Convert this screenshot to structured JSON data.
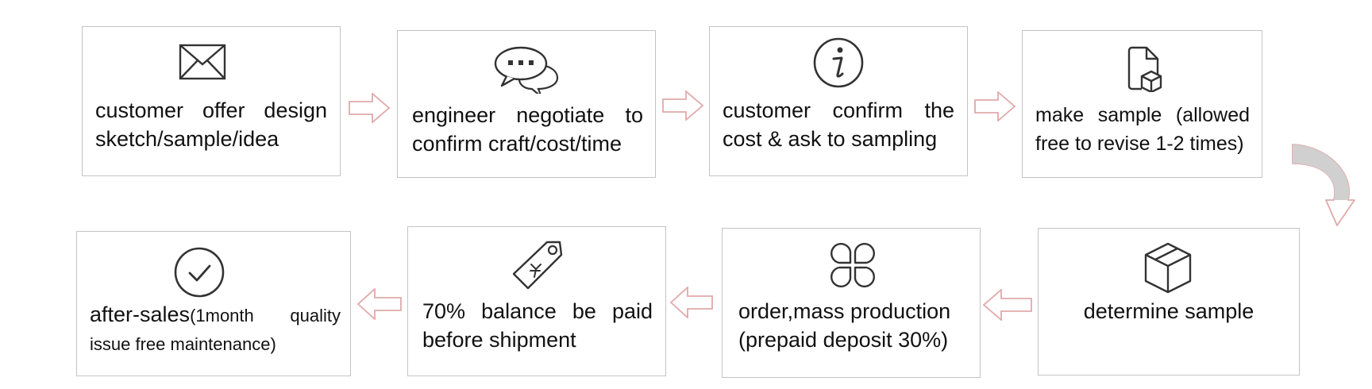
{
  "colors": {
    "box_border": "#c4c4c4",
    "icon_stroke": "#333333",
    "arrow_outline": "#e0a9a9",
    "curved_arrow_fill": "#d0d0d0",
    "text": "#111111"
  },
  "steps": [
    {
      "icon": "envelope-icon",
      "lines": [
        "customer offer design",
        "sketch/sample/idea"
      ]
    },
    {
      "icon": "chat-bubbles-icon",
      "lines": [
        "engineer negotiate to",
        "confirm craft/cost/time"
      ]
    },
    {
      "icon": "info-icon",
      "lines": [
        "customer confirm the",
        "cost & ask to sampling"
      ]
    },
    {
      "icon": "sample-document-box-icon",
      "lines": [
        "make sample (allowed",
        "free to revise 1-2 times)"
      ]
    },
    {
      "icon": "cube-icon",
      "lines": [
        "determine sample"
      ]
    },
    {
      "icon": "four-petal-icon",
      "lines": [
        "order,mass production",
        "(prepaid deposit 30%)"
      ]
    },
    {
      "icon": "price-tag-icon",
      "lines": [
        "70% balance be paid",
        "before shipment"
      ]
    },
    {
      "icon": "checkmark-circle-icon",
      "line1_main": "after-sales",
      "line1_small": "(1month quality",
      "line2_small": "issue free maintenance)"
    }
  ]
}
